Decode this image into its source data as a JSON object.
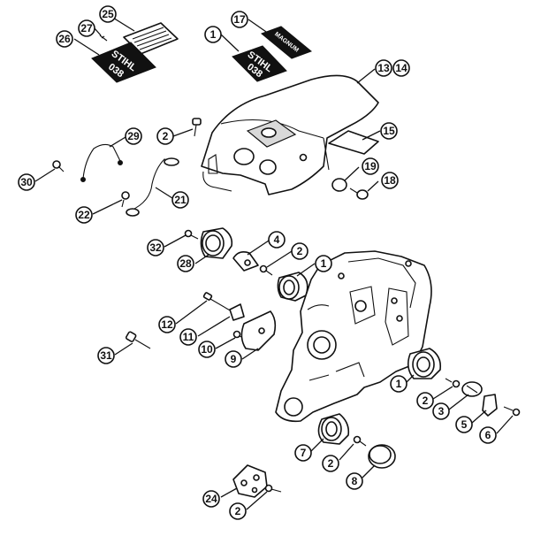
{
  "diagram": {
    "plates": {
      "stihl_label_a": "STIHL",
      "model_label_a": "038",
      "stihl_label_b": "STIHL",
      "model_label_b": "038",
      "magnum_label": "MAGNUM"
    },
    "callouts": {
      "c1_top": "1",
      "c2_screw_hood": "2",
      "c4": "4",
      "c2_mid": "2",
      "c1_mid": "1",
      "c1_right": "1",
      "c2_right": "2",
      "c3": "3",
      "c5": "5",
      "c6": "6",
      "c7": "7",
      "c2_low": "2",
      "c8": "8",
      "c9": "9",
      "c10": "10",
      "c11": "11",
      "c12": "12",
      "c13": "13",
      "c14": "14",
      "c15": "15",
      "c17": "17",
      "c18": "18",
      "c19": "19",
      "c21": "21",
      "c22": "22",
      "c24": "24",
      "c2_bottom": "2",
      "c25": "25",
      "c26": "26",
      "c27": "27",
      "c28": "28",
      "c29": "29",
      "c30": "30",
      "c31": "31",
      "c32": "32"
    }
  }
}
